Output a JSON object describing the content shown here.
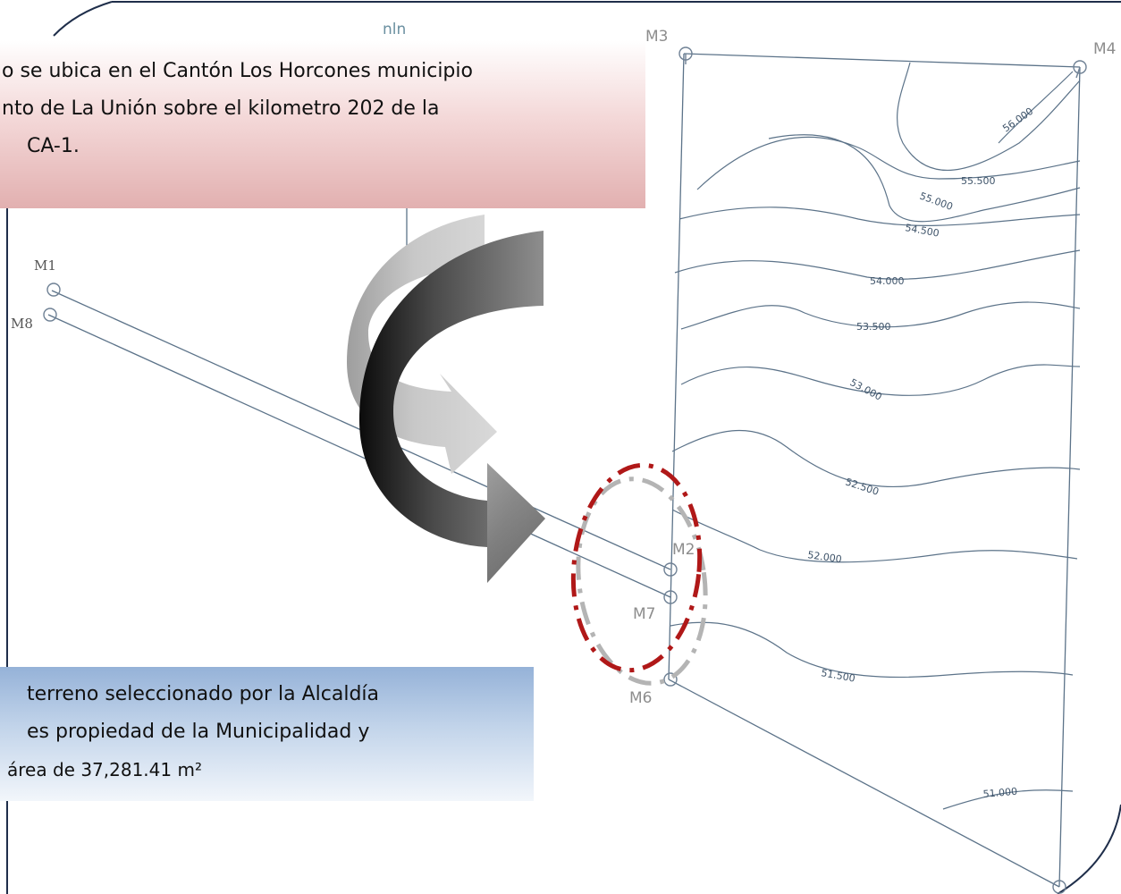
{
  "callouts": {
    "top_lines": [
      "o se ubica en el Cantón Los Horcones municipio",
      "nto de La Unión sobre el kilometro 202 de la",
      "CA-1."
    ],
    "bottom_lines": [
      "terreno seleccionado por la Alcaldía",
      "es propiedad de la Municipalidad y",
      "área de 37,281.41 m²"
    ]
  },
  "monuments": [
    "M1",
    "M8",
    "M3",
    "M4",
    "M2",
    "M7",
    "M6"
  ],
  "contours": [
    "56.000",
    "55.500",
    "55.000",
    "54.500",
    "54.000",
    "53.500",
    "53.000",
    "52.500",
    "52.000",
    "51.500",
    "51.000"
  ],
  "decor": {
    "top_glyph": "nln",
    "frame_color": "#1f2e4a",
    "drawing_color": "#5c7389",
    "highlight_red": "#b01818",
    "highlight_gray": "#b4b4b4",
    "icons": [
      "curved-arrow-light-icon",
      "curved-arrow-dark-icon"
    ]
  }
}
